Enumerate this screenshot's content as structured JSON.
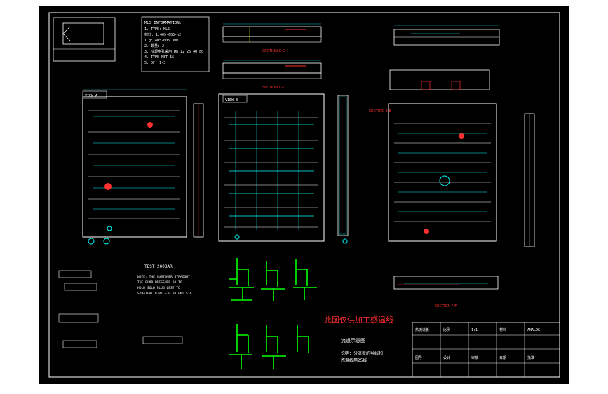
{
  "notes": {
    "header": "MLS INFORMATION:",
    "lines": [
      "1. TYPE: MLS",
      "   材料: 1.405-605-h2",
      "   T.g: 405-605 3mm",
      "2. 数量: 2",
      "3. 冷却水孔采用 Ø8 12 25 40 80",
      "4. TYPE NET 16",
      "5. DF: 1-3"
    ]
  },
  "test_block": {
    "title": "TEST 200BAR",
    "lines": [
      "NOTE: THE CUSTOMER STRAIGHT",
      "THE PUMP PRESSURE 20 TO",
      "HOLD SOLD PLUG LEST TO",
      "STRAIGHT 0.01 & 0.03 PMT S10"
    ]
  },
  "stamp_text": "此图仅供加工感温线",
  "legend": {
    "title": "流道示意图",
    "line1": "说明：分流板的导线和",
    "line2": "感温线用25线"
  },
  "section_labels": {
    "top_section_1": "SECTION C-C",
    "top_section_2": "SECTION D-D",
    "right_section": "SECTION E-E",
    "bottom_section": "SECTION F-F"
  },
  "view_labels": {
    "plate_a": "VIEW A",
    "plate_b": "VIEW B"
  },
  "title_block": {
    "cells": [
      "热流道板",
      "比例",
      "1:1",
      "材料",
      "ANALOG",
      "图号",
      "设计",
      "审核",
      "日期",
      "批准"
    ]
  }
}
